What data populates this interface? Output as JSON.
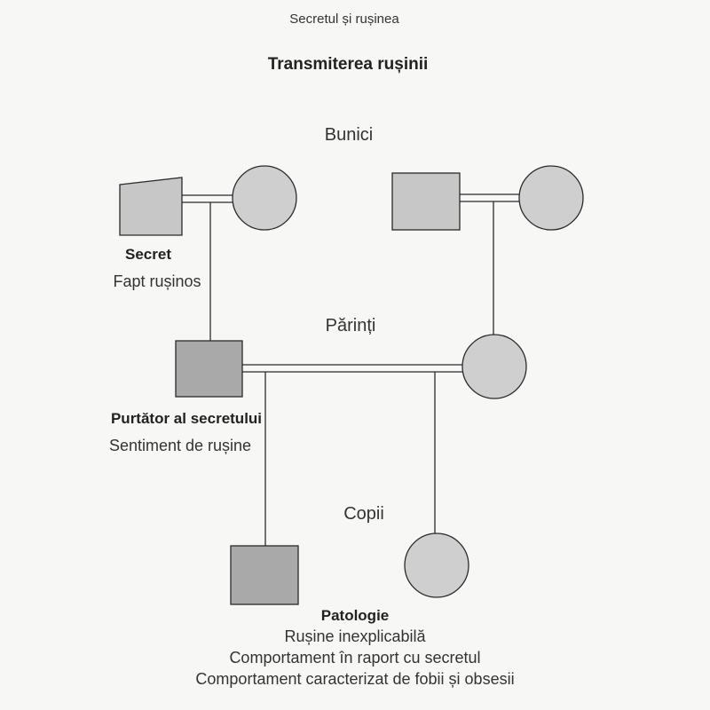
{
  "running_head": "Secretul și rușinea",
  "title": "Transmiterea rușinii",
  "generations": {
    "grandparents": "Bunici",
    "parents": "Părinți",
    "children": "Copii"
  },
  "grandfather_annotation": {
    "bold": "Secret",
    "text": "Fapt rușinos"
  },
  "father_annotation": {
    "bold": "Purtător al secretului",
    "text": "Sentiment de rușine"
  },
  "child_annotation": {
    "bold": "Patologie",
    "lines": [
      "Rușine inexplicabilă",
      "Comportament în raport cu secretul",
      "Comportament caracterizat de fobii și obsesii"
    ]
  },
  "colors": {
    "secret_holder": "#c7c7c7",
    "shame_carrier": "#a9a9a9",
    "neutral": "#cfcfcf"
  }
}
